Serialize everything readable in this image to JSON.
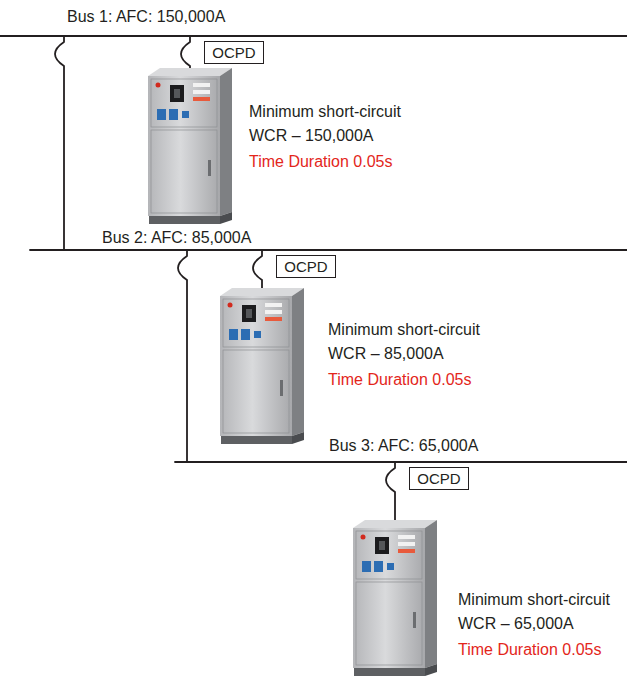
{
  "diagram": {
    "nodes": [
      {
        "text": [
          "OCPD"
        ]
      },
      {
        "text": [
          "OCPD"
        ]
      },
      {
        "text": [
          "OCPD"
        ]
      }
    ],
    "labels": [
      "Bus 1: AFC: 150,000A",
      "Minimum short-circuit WCR – 150,000A",
      "Time Duration 0.05s",
      "Bus 2: AFC: 85,000A",
      "Minimum short-circuit WCR – 85,000A",
      "Time Duration 0.05s",
      "Bus 3: AFC: 65,000A",
      "Minimum short-circuit WCR – 65,000A",
      "Time Duration 0.05s"
    ]
  }
}
